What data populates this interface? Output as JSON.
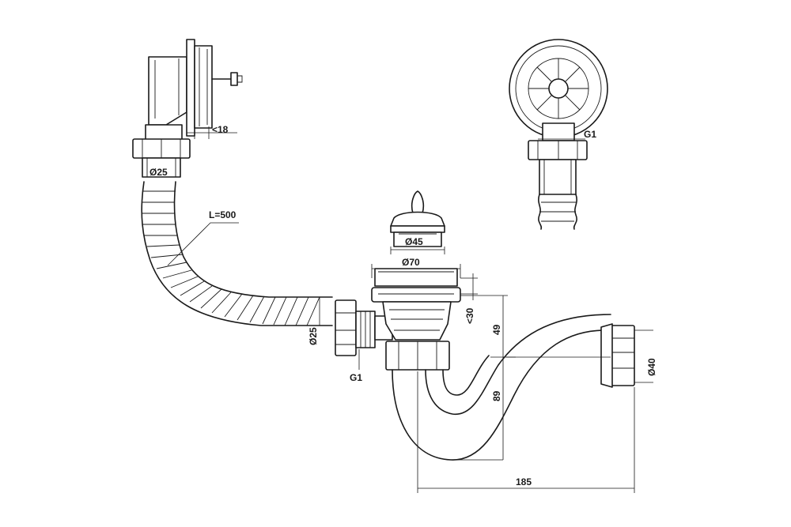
{
  "labels": {
    "overflow_offset": "<18",
    "hose_diameter_top": "Ø25",
    "hose_length": "L=500",
    "side_thread": "G1",
    "overflow_thread": "G1",
    "plug_diameter": "Ø45",
    "flange_diameter": "Ø70",
    "flange_thickness": "<30",
    "hose_diameter_side": "Ø25",
    "trap_height_upper": "49",
    "trap_height_lower": "89",
    "outlet_diameter": "Ø40",
    "trap_width": "185"
  }
}
